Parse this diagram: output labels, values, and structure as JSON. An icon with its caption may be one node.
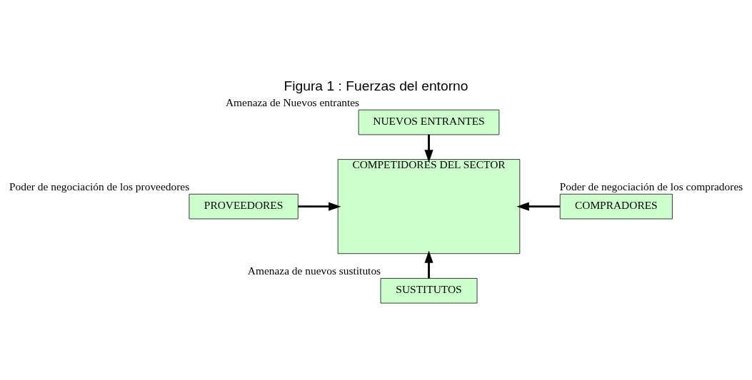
{
  "diagram": {
    "title": "Figura 1 : Fuerzas del entorno",
    "nodes": [
      {
        "text": [
          "NUEVOS ENTRANTES"
        ],
        "beside": [
          "Amenaza de Nuevos entrantes"
        ]
      },
      {
        "text": [
          "COMPETIDORES DEL SECTOR"
        ]
      },
      {
        "text": [
          "PROVEEDORES"
        ],
        "beside": [
          "Poder de negociación de los proveedores"
        ]
      },
      {
        "text": [
          "COMPRADORES"
        ],
        "beside": [
          "Poder de negociación de los compradores"
        ]
      },
      {
        "text": [
          "SUSTITUTOS"
        ],
        "beside": [
          "Amenaza de nuevos sustitutos"
        ]
      }
    ],
    "edges": [
      {
        "from": 0,
        "to": 1,
        "arrow": "to"
      },
      {
        "from": 2,
        "to": 1,
        "arrow": "to"
      },
      {
        "from": 3,
        "to": 1,
        "arrow": "to"
      },
      {
        "from": 4,
        "to": 1,
        "arrow": "to"
      }
    ]
  }
}
